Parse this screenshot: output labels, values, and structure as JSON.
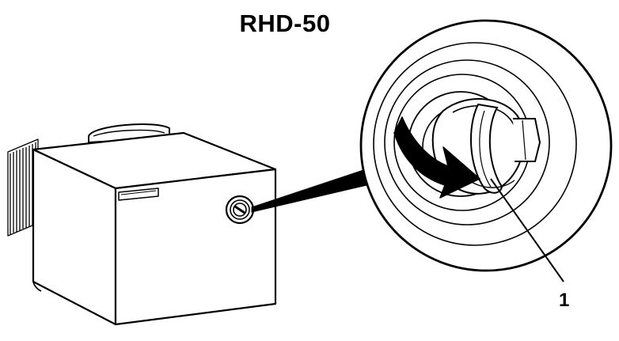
{
  "title": "RHD-50",
  "callout_label": "1",
  "colors": {
    "line": "#000000",
    "fill": "#ffffff",
    "arrow": "#000000"
  },
  "icons": {
    "heater_unit": "heater-box-illustration",
    "detail_view": "magnified-circle-detail",
    "rotation": "curved-arrow-clockwise"
  }
}
